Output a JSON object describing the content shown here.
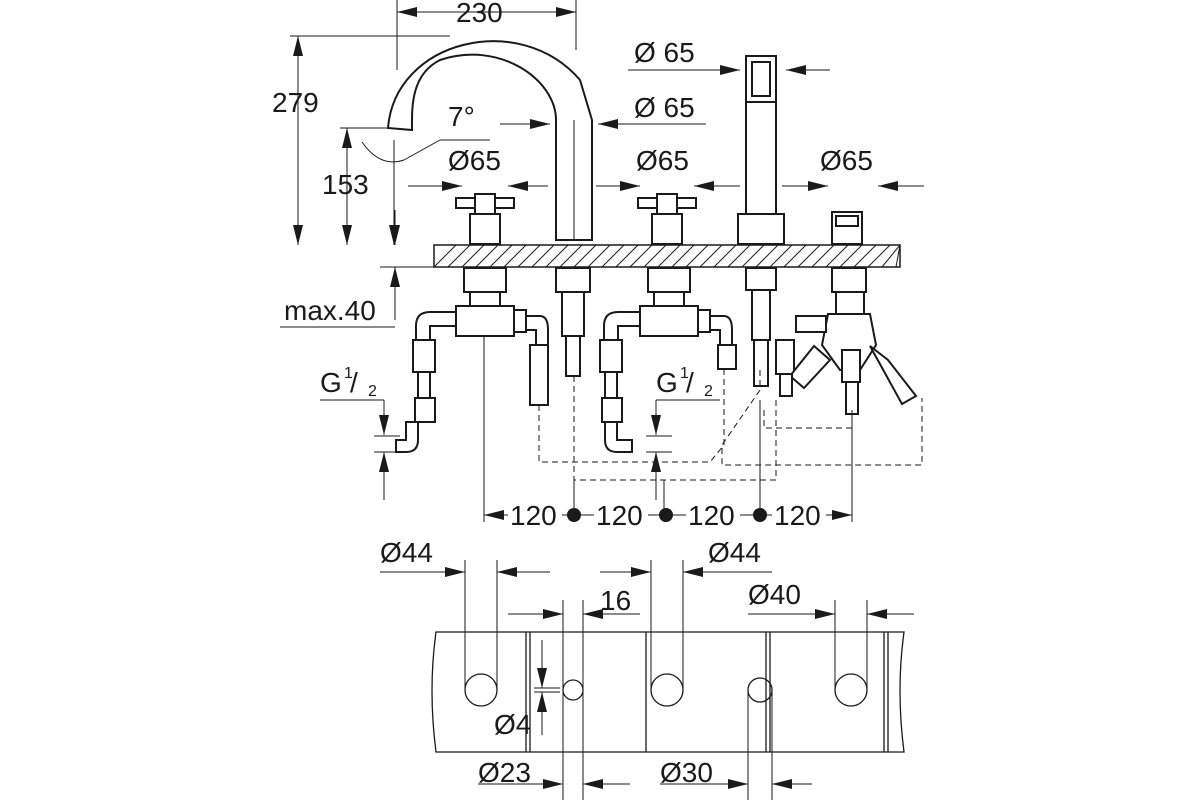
{
  "dimensions": {
    "spout_reach": "230",
    "total_height": "279",
    "spout_height": "153",
    "spout_angle": "7°",
    "deck_thickness": "max.40",
    "spout_base_dia": "Ø 65",
    "spout_neck_dia": "Ø 65",
    "handle_left_dia": "Ø65",
    "handle_right_dia": "Ø65",
    "diverter_dia": "Ø65",
    "thread_left": "G",
    "thread_left_num": "1",
    "thread_left_den": "2",
    "thread_right": "G",
    "thread_right_num": "1",
    "thread_right_den": "2",
    "spacing_1": "120",
    "spacing_2": "120",
    "spacing_3": "120",
    "spacing_4": "120",
    "hole_dia_left": "Ø44",
    "hole_dia_mid": "Ø44",
    "hole_dia_right": "Ø40",
    "hole_offset": "16",
    "hole_gap": "Ø4",
    "hole_small": "Ø23",
    "hole_medium": "Ø30"
  },
  "colors": {
    "line": "#1a1a1a",
    "background": "#ffffff"
  }
}
